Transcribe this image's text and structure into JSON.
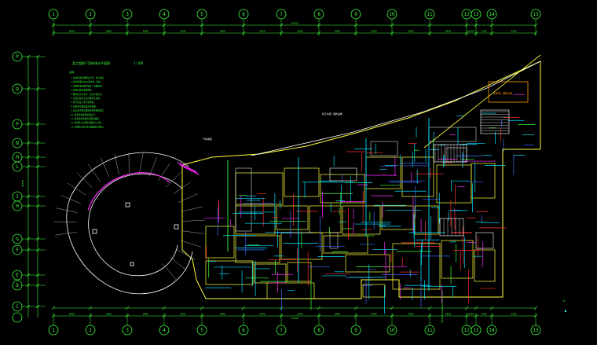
{
  "drawing": {
    "title_main": "某工程地下室给排水平面图",
    "title_scale": "1:100",
    "notes_heading": "说明：",
    "notes": [
      "1.给水管采用钢塑复合管，丝扣连接。",
      "2.排水管采用UPVC排水管，粘接。",
      "3.消防管采用镀锌钢管，沟槽连接。",
      "4.管道穿墙处设钢套管。",
      "5.图中标高以米计，其余以毫米计。",
      "6.管道安装完毕后应做水压试验。",
      "7.阀门应设于便于操作处。",
      "8.喷淋头布置见喷淋平面图。",
      "9.其余未尽事宜按国家现行规范施工。",
      "10.排水管坡度按规范执行。",
      "11.管道支吊架做法见国标图集。",
      "12.穿越防火分区处应做防火封堵。",
      "13.本图须与相关专业图纸配合使用。"
    ],
    "label_ramp": "汽车坡道",
    "label_parking": "地下车库  消防设施",
    "label_pump": "水泵房  消防水泵",
    "label_corner": "A1"
  },
  "grid": {
    "columns": [
      "1",
      "2",
      "3",
      "4",
      "5",
      "6",
      "7",
      "8",
      "9",
      "10",
      "11",
      "12",
      "13",
      "14",
      "15"
    ],
    "rows": [
      "P",
      "Q",
      "P",
      "N",
      "M",
      "L",
      "J",
      "H",
      "G",
      "F",
      "E",
      "D",
      "C"
    ],
    "top_dims": [
      "8400",
      "8400",
      "8400",
      "8400",
      "8400",
      "8400",
      "8400",
      "8400",
      "8400",
      "8400",
      "8400",
      "8400",
      "3100",
      "4200",
      "8400"
    ],
    "bottom_dims": [
      "8400",
      "8400",
      "8400",
      "8400",
      "8400",
      "8400",
      "8400",
      "8400",
      "8400",
      "8400",
      "8400",
      "8400",
      "3100",
      "4200",
      "8400"
    ],
    "total_label": "84700",
    "left_total": "58450"
  },
  "colors": {
    "grid_axis": "#3cff3c",
    "wall": "#ffff3c",
    "water_pipe": "#00e0ff",
    "drain_pipe": "#ff2aff",
    "fire_pipe": "#ff3030",
    "equipment": "#ffffff",
    "text_note": "#39ff39",
    "accent": "#ff9900"
  }
}
